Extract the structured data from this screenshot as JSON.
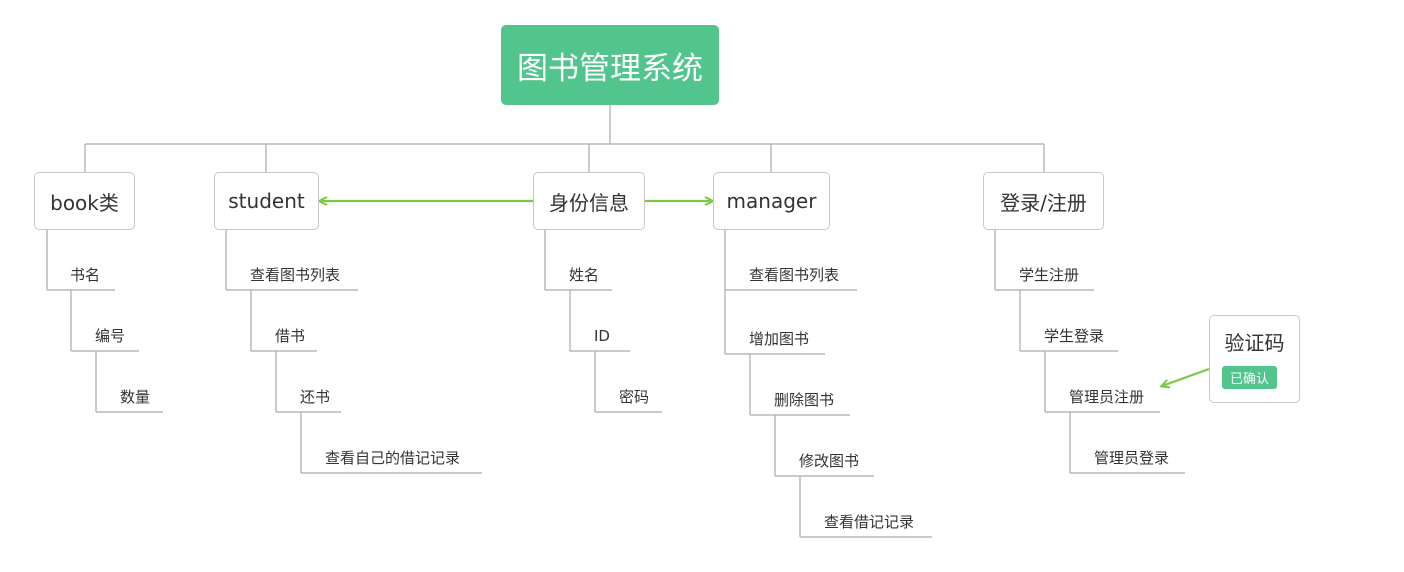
{
  "root": {
    "label": "图书管理系统"
  },
  "branches": {
    "book": {
      "label": "book类",
      "items": [
        "书名",
        "编号",
        "数量"
      ]
    },
    "student": {
      "label": "student",
      "items": [
        "查看图书列表",
        "借书",
        "还书",
        "查看自己的借记记录"
      ]
    },
    "identity": {
      "label": "身份信息",
      "items": [
        "姓名",
        "ID",
        "密码"
      ]
    },
    "manager": {
      "label": "manager",
      "items": [
        "查看图书列表",
        "增加图书",
        "删除图书",
        "修改图书",
        "查看借记记录"
      ]
    },
    "login": {
      "label": "登录/注册",
      "items": [
        "学生注册",
        "学生登录",
        "管理员注册",
        "管理员登录"
      ]
    }
  },
  "callout": {
    "label": "验证码",
    "badge": "已确认"
  },
  "colors": {
    "root_fill": "#52c48d",
    "arrow": "#7ac943",
    "line": "#aaaaaa",
    "border": "#c8c8c8"
  }
}
